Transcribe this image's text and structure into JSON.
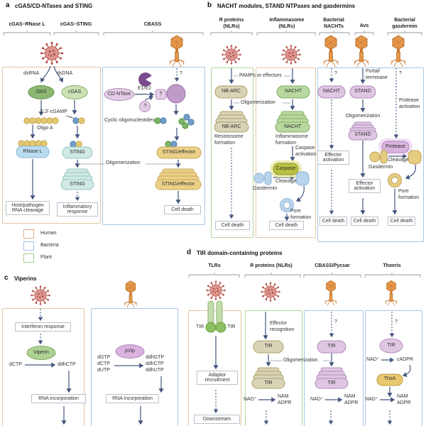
{
  "q": "?",
  "colors": {
    "human_border": "#e6c5a5",
    "bacteria_border": "#a9c6e3",
    "plant_border": "#b3d39c",
    "arrow": "#44557e",
    "virus": "#dc958f",
    "phage": "#e5974b"
  },
  "legend": {
    "human": "Human",
    "bacteria": "Bacteria",
    "plant": "Plant"
  },
  "a": {
    "tag": "a",
    "title": "cGAS/CD-NTases and STING",
    "col1": "cGAS–RNase L",
    "col2": "cGAS–STING",
    "col3": "CBASS",
    "dsrna": "dsRNA",
    "dsdna": "dsDNA",
    "oas": "OAS",
    "cgas": "cGAS",
    "oligoa": "Oligo A",
    "cgamp": "2′,3′-cGAMP",
    "rnasel": "RNase L",
    "sting": "STING",
    "sting_stack": "STING",
    "olig": "Oligomerization",
    "out1": "Host/pathogen\nRNA cleavage",
    "out2": "Inflammatory\nresponse",
    "cdn": "CD-NTase",
    "e1e2": "E1/E2",
    "cyc": "Cyclic oligonucleotides",
    "se1": "STING/effector",
    "se2": "STING/effector",
    "death": "Cell death"
  },
  "b": {
    "tag": "b",
    "title": "NACHT modules, STAND NTPases and gasdermins",
    "col1": "R proteins\n(NLRs)",
    "col2": "Inflammasome\n(NLRs)",
    "col3": "Bacterial\nNACHTs",
    "col4": "Avs",
    "col5": "Bacterial\ngasdermin",
    "pamps": "PAMPs or effectors",
    "nbarc1": "NB-ARC",
    "olig1": "Oligomerization",
    "nbarc2": "NB-ARC",
    "resist": "Resistosome\nformation",
    "death1": "Cell death",
    "nacht1": "NACHT",
    "nacht2": "NACHT",
    "inflam": "Inflammasome\nformation",
    "casp_act": "Caspase\nactivation",
    "caspase": "Caspase",
    "cleav1": "Cleavage",
    "gasd1": "Gasdermin",
    "pore1": "Pore\nformation",
    "death2": "Cell death",
    "nacht3": "NACHT",
    "eff1": "Effector\nactivation",
    "death3": "Cell\ndeath",
    "portal": "Portal/\nterminase",
    "stand1": "STAND",
    "olig2": "Oligomerization",
    "stand2": "STAND",
    "eff2": "Effector\nactivation",
    "death4": "Cell\ndeath",
    "prot_act": "Protease\nactivation",
    "protease": "Protease",
    "cleav2": "Cleavage",
    "gasd2": "Gasdermin",
    "pore2": "Pore\nformation",
    "death5": "Cell\ndeath"
  },
  "c": {
    "tag": "c",
    "title": "Viperins",
    "ifn": "Interferon response",
    "viperin": "Viperin",
    "dctp": "dCTP",
    "ddhctp": "ddhCTP",
    "rna1": "RNA incorporation",
    "pvip": "pVip",
    "subs": "dGTP\ndCTP\ndUTP",
    "prods": "ddhGTP\nddhCTP\nddhUTP",
    "rna2": "RNA incorporation"
  },
  "d": {
    "tag": "d",
    "title": "TIR domain-containing proteins",
    "col1": "TLRs",
    "col2": "R proteins (NLRs)",
    "col3": "CBASS/Pycsar",
    "col4": "Thoeris",
    "tir_l": "TIR",
    "tir_r": "TIR",
    "adaptor": "Adaptor\nrecruitment",
    "downstream": "Downstream",
    "eff_rec": "Effector\nrecognition",
    "tir1": "TIR",
    "olig": "Oligomerization",
    "tir1s": "TIR",
    "nad1": "NAD⁺",
    "nam1": "NAM\nADPR",
    "tir2": "TIR",
    "tir2s": "TIR",
    "nad2": "NAD⁺",
    "nam2": "NAM\nADPR",
    "tir3": "TIR",
    "nad3": "NAD⁺",
    "cadpr": "cADPR",
    "thsa": "ThsA",
    "nad4": "NAD⁺",
    "nam3": "NAM\nADPR"
  }
}
